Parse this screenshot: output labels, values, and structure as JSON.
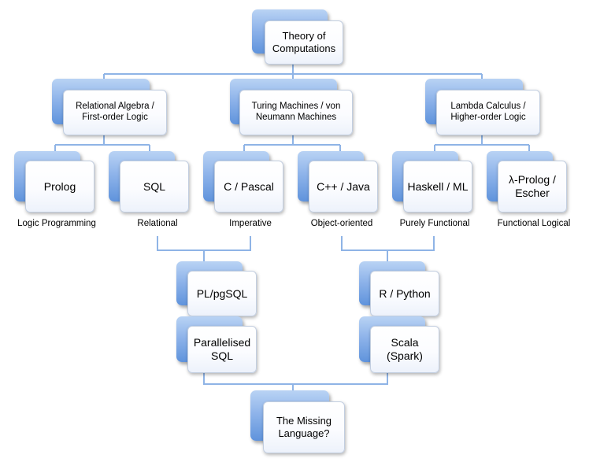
{
  "nodes": {
    "theory": "Theory of Computations",
    "relational_algebra": "Relational Algebra / First-order Logic",
    "turing": "Turing Machines / von Neumann Machines",
    "lambda": "Lambda Calculus / Higher-order Logic",
    "prolog": "Prolog",
    "sql": "SQL",
    "c_pascal": "C / Pascal",
    "cpp_java": "C++ / Java",
    "haskell": "Haskell / ML",
    "lambda_prolog": "λ-Prolog / Escher",
    "plpgsql": "PL/pgSQL",
    "r_python": "R / Python",
    "parallelised_sql": "Parallelised SQL",
    "scala": "Scala (Spark)",
    "missing": "The Missing Language?"
  },
  "captions": {
    "logic_programming": "Logic Programming",
    "relational": "Relational",
    "imperative": "Imperative",
    "object_oriented": "Object-oriented",
    "purely_functional": "Purely Functional",
    "functional_logical": "Functional Logical"
  },
  "colors": {
    "accent_red": "#d42020",
    "box_blue": "#6f9fe0",
    "connector": "#8fb4e6"
  }
}
